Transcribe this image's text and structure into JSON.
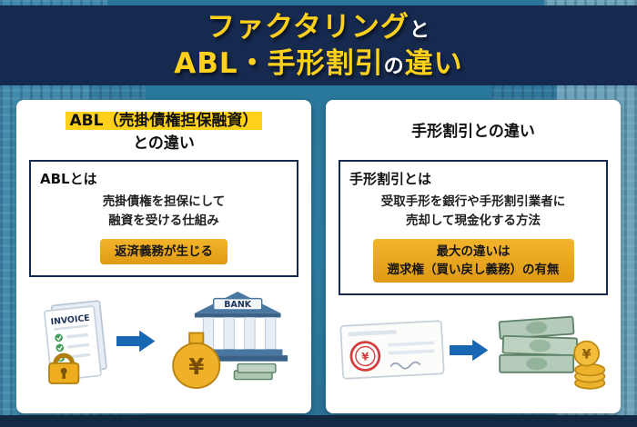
{
  "title": {
    "l1a": "ファクタリング",
    "l1b": "と",
    "l2a": "ABL・手形割引",
    "l2b": "の",
    "l2c": "違い"
  },
  "cards": [
    {
      "header1": "ABL（売掛債権担保融資）",
      "header2": "との違い",
      "box_title": "ABLとは",
      "desc1": "売掛債権を担保にして",
      "desc2": "融資を受ける仕組み",
      "badge1": "返済義務が生じる"
    },
    {
      "header1": "手形割引との違い",
      "box_title": "手形割引とは",
      "desc1": "受取手形を銀行や手形割引業者に",
      "desc2": "売却して現金化する方法",
      "badge1": "最大の違いは",
      "badge2": "遡求権（買い戻し義務）の有無"
    }
  ],
  "labels": {
    "invoice": "INVOICE",
    "bank": "BANK",
    "yen": "¥"
  },
  "colors": {
    "accent_yellow": "#ffd11a",
    "navy": "#16294e",
    "gold": "#e8a81e",
    "arrow_blue": "#1767b3",
    "background_teal": "#2e7ca0"
  }
}
